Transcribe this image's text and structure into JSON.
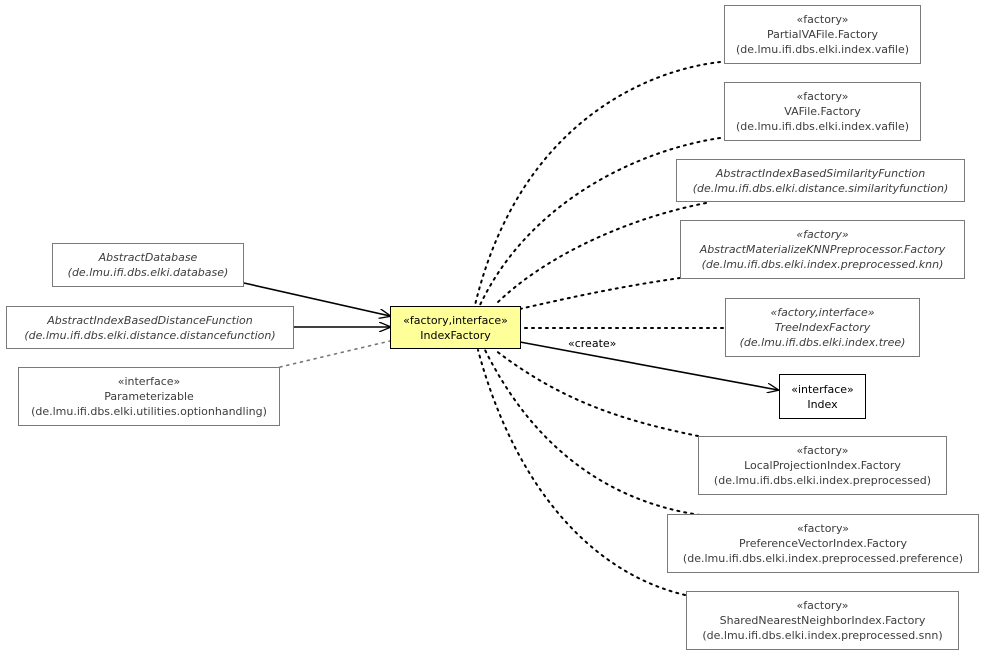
{
  "nodes": {
    "partialvafile": {
      "stereotype": "«factory»",
      "name": "PartialVAFile.Factory",
      "package": "(de.lmu.ifi.dbs.elki.index.vafile)"
    },
    "vafile": {
      "stereotype": "«factory»",
      "name": "VAFile.Factory",
      "package": "(de.lmu.ifi.dbs.elki.index.vafile)"
    },
    "absindexsim": {
      "name": "AbstractIndexBasedSimilarityFunction",
      "package": "(de.lmu.ifi.dbs.elki.distance.similarityfunction)"
    },
    "absmatknn": {
      "stereotype": "«factory»",
      "name": "AbstractMaterializeKNNPreprocessor.Factory",
      "package": "(de.lmu.ifi.dbs.elki.index.preprocessed.knn)"
    },
    "treeindex": {
      "stereotype": "«factory,interface»",
      "name": "TreeIndexFactory",
      "package": "(de.lmu.ifi.dbs.elki.index.tree)"
    },
    "index": {
      "stereotype": "«interface»",
      "name": "Index"
    },
    "localproj": {
      "stereotype": "«factory»",
      "name": "LocalProjectionIndex.Factory",
      "package": "(de.lmu.ifi.dbs.elki.index.preprocessed)"
    },
    "prefvector": {
      "stereotype": "«factory»",
      "name": "PreferenceVectorIndex.Factory",
      "package": "(de.lmu.ifi.dbs.elki.index.preprocessed.preference)"
    },
    "sharednn": {
      "stereotype": "«factory»",
      "name": "SharedNearestNeighborIndex.Factory",
      "package": "(de.lmu.ifi.dbs.elki.index.preprocessed.snn)"
    },
    "absdb": {
      "name": "AbstractDatabase",
      "package": "(de.lmu.ifi.dbs.elki.database)"
    },
    "absindexdist": {
      "name": "AbstractIndexBasedDistanceFunction",
      "package": "(de.lmu.ifi.dbs.elki.distance.distancefunction)"
    },
    "parameterizable": {
      "stereotype": "«interface»",
      "name": "Parameterizable",
      "package": "(de.lmu.ifi.dbs.elki.utilities.optionhandling)"
    },
    "indexfactory": {
      "stereotype": "«factory,interface»",
      "name": "IndexFactory"
    }
  },
  "edges": {
    "create_label": "«create»"
  },
  "colors": {
    "focus_fill": "#ffff99",
    "border": "#7a7a7a",
    "line": "#000000"
  }
}
